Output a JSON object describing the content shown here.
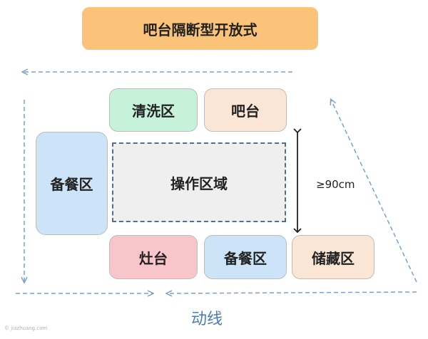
{
  "title": "吧台隔断型开放式",
  "zones": {
    "qingxi": "清洗区",
    "batai": "吧台",
    "beican_left": "备餐区",
    "caozuo": "操作区域",
    "zaotai": "灶台",
    "beican_bottom": "备餐区",
    "chucang": "储藏区"
  },
  "dimension_label": "≥90cm",
  "flow_label": "动线",
  "watermark": "© jiazhuang.com",
  "colors": {
    "title_bg": "#fbc379",
    "wash": "#c6f2d9",
    "bar": "#fbe6d5",
    "prep": "#cde4f8",
    "work": "#efefef",
    "stove": "#f8c5cb",
    "storage": "#fbe6d5",
    "flow_line": "#7aa0cc",
    "flow_label": "#4a7cb5"
  }
}
